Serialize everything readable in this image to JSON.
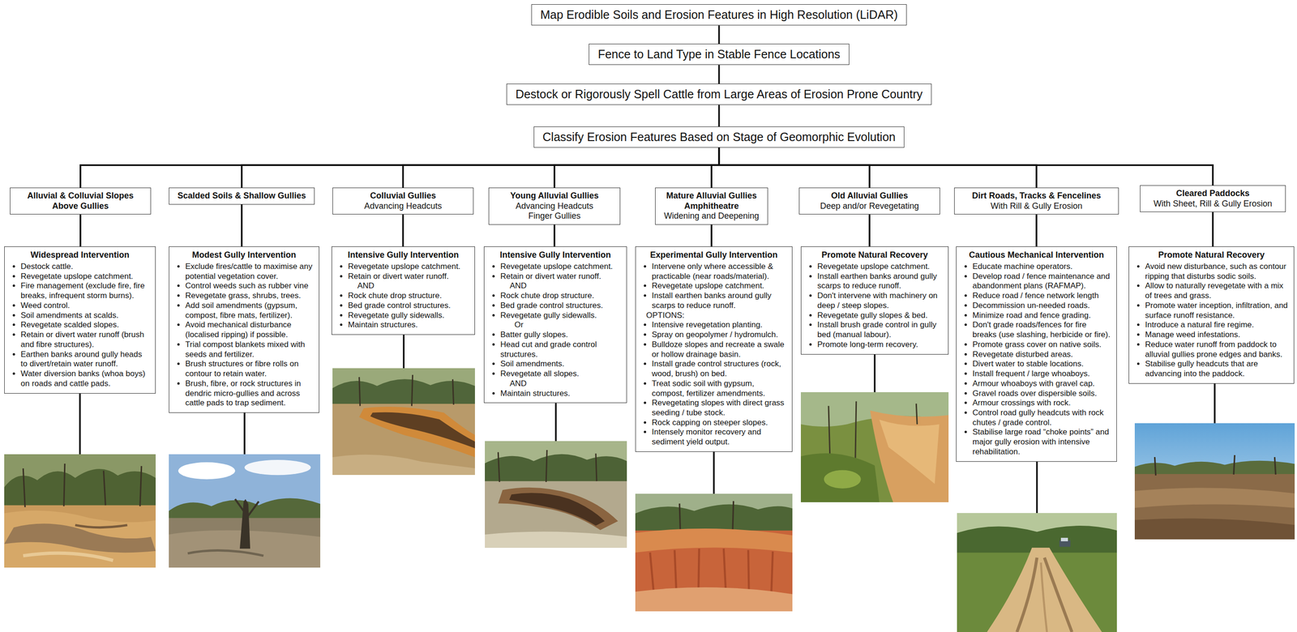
{
  "diagram": {
    "nodes": [
      {
        "text": [
          "Map Erodible Soils and Erosion Features in High Resolution (LiDAR)"
        ]
      },
      {
        "text": [
          "Fence to Land Type in Stable Fence Locations"
        ]
      },
      {
        "text": [
          "Destock or Rigorously Spell Cattle from Large Areas of Erosion Prone Country"
        ]
      },
      {
        "text": [
          "Classify Erosion Features Based on Stage of Geomorphic Evolution"
        ]
      },
      {
        "text": [
          "Alluvial & Colluvial Slopes Above Gullies"
        ]
      },
      {
        "text": [
          "Scalded Soils & Shallow Gullies"
        ]
      },
      {
        "text": [
          "Colluvial Gullies",
          "Advancing Headcuts"
        ]
      },
      {
        "text": [
          "Young Alluvial Gullies",
          "Advancing Headcuts",
          "Finger Gullies"
        ]
      },
      {
        "text": [
          "Mature Alluvial Gullies Amphitheatre",
          "Widening and Deepening"
        ]
      },
      {
        "text": [
          "Old Alluvial Gullies",
          "Deep and/or Revegetating"
        ]
      },
      {
        "text": [
          "Dirt Roads, Tracks & Fencelines",
          "With Rill & Gully Erosion"
        ]
      },
      {
        "text": [
          "Cleared Paddocks",
          "With Sheet, Rill & Gully Erosion"
        ]
      },
      {
        "text": [
          "Widespread Intervention",
          "Destock cattle.",
          "Revegetate upslope catchment.",
          "Fire management (exclude fire, fire breaks, infrequent storm burns).",
          "Weed control.",
          "Soil amendments at scalds.",
          "Revegetate scalded slopes.",
          "Retain or divert water runoff (brush and fibre structures).",
          "Earthen banks around gully heads to divert/retain water runoff.",
          "Water diversion banks (whoa boys) on roads and cattle pads."
        ]
      },
      {
        "text": [
          "Modest Gully Intervention",
          "Exclude fires/cattle to maximise any potential vegetation cover.",
          "Control weeds such as rubber vine",
          "Revegetate grass, shrubs, trees.",
          "Add soil amendments (gypsum, compost, fibre mats, fertilizer).",
          "Avoid mechanical disturbance (localised ripping) if possible.",
          "Trial compost blankets mixed with seeds and fertilizer.",
          "Brush structures or fibre rolls on contour to retain water.",
          "Brush, fibre, or rock structures in dendric micro-gullies and across cattle pads to trap sediment."
        ]
      },
      {
        "text": [
          "Intensive Gully Intervention",
          "Revegetate upslope catchment.",
          "Retain or divert water runoff.",
          "AND",
          "Rock chute drop structure.",
          "Bed grade control structures.",
          "Revegetate gully sidewalls.",
          "Maintain structures."
        ]
      },
      {
        "text": [
          "Intensive Gully Intervention",
          "Revegetate upslope catchment.",
          "Retain or divert water runoff.",
          "AND",
          "Rock chute drop structure.",
          "Bed grade control structures.",
          "Revegetate gully sidewalls.",
          "Or",
          "Batter gully slopes.",
          "Head cut and grade control structures.",
          "Soil amendments.",
          "Revegetate all slopes.",
          "AND",
          "Maintain structures."
        ]
      },
      {
        "text": [
          "Experimental Gully Intervention",
          "Intervene only where accessible & practicable (near roads/material).",
          "Revegetate upslope catchment.",
          "Install earthen banks around gully scarps to reduce runoff.",
          "OPTIONS:",
          "Intensive revegetation planting.",
          "Spray on geopolymer / hydromulch.",
          "Bulldoze slopes and recreate a swale or hollow drainage basin.",
          "Install grade control structures (rock, wood, brush) on bed.",
          "Treat sodic soil with gypsum, compost, fertilizer amendments.",
          "Revegetating slopes with direct grass seeding / tube stock.",
          "Rock capping on steeper slopes.",
          "Intensely monitor recovery and sediment yield output."
        ]
      },
      {
        "text": [
          "Promote Natural Recovery",
          "Revegetate upslope catchment.",
          "Install earthen banks around gully scarps to reduce runoff.",
          "Don't intervene with machinery on deep / steep slopes.",
          "Revegetate gully slopes & bed.",
          "Install brush grade control in gully bed (manual labour).",
          "Promote long-term recovery."
        ]
      },
      {
        "text": [
          "Cautious Mechanical Intervention",
          "Educate machine operators.",
          "Develop road / fence maintenance and abandonment plans (RAFMAP).",
          "Reduce road / fence network length",
          "Decommission un-needed roads.",
          "Minimize road and fence grading.",
          "Don't grade roads/fences for fire breaks (use slashing, herbicide or fire).",
          "Promote grass cover on native soils.",
          "Revegetate disturbed areas.",
          "Divert water to stable locations.",
          "Install frequent / large whoaboys.",
          "Armour whoaboys with gravel cap.",
          "Gravel roads over dispersible soils.",
          "Armour crossings with rock.",
          "Control road gully headcuts with rock chutes / grade control.",
          "Stabilise large road “choke points” and major gully erosion with intensive rehabilitation."
        ]
      },
      {
        "text": [
          "Promote Natural Recovery",
          "Avoid new disturbance, such as contour ripping that disturbs sodic soils.",
          "Allow to naturally revegetate with a mix of trees and grass.",
          "Promote water inception, infiltration, and surface runoff resistance.",
          "Introduce a natural fire regime.",
          "Manage weed infestations.",
          "Reduce water runoff from paddock to alluvial gullies prone edges and banks.",
          "Stabilise gully headcuts that are advancing into the paddock."
        ]
      }
    ],
    "edges": [
      {
        "from": 0,
        "to": 1,
        "arrow": "none"
      },
      {
        "from": 1,
        "to": 2,
        "arrow": "none"
      },
      {
        "from": 2,
        "to": 3,
        "arrow": "none"
      },
      {
        "from": 3,
        "to": 4,
        "arrow": "none"
      },
      {
        "from": 3,
        "to": 5,
        "arrow": "none"
      },
      {
        "from": 3,
        "to": 6,
        "arrow": "none"
      },
      {
        "from": 3,
        "to": 7,
        "arrow": "none"
      },
      {
        "from": 3,
        "to": 8,
        "arrow": "none"
      },
      {
        "from": 3,
        "to": 9,
        "arrow": "none"
      },
      {
        "from": 3,
        "to": 10,
        "arrow": "none"
      },
      {
        "from": 3,
        "to": 11,
        "arrow": "none"
      },
      {
        "from": 4,
        "to": 12,
        "arrow": "none"
      },
      {
        "from": 5,
        "to": 13,
        "arrow": "none"
      },
      {
        "from": 6,
        "to": 14,
        "arrow": "none"
      },
      {
        "from": 7,
        "to": 15,
        "arrow": "none"
      },
      {
        "from": 8,
        "to": 16,
        "arrow": "none"
      },
      {
        "from": 9,
        "to": 17,
        "arrow": "none"
      },
      {
        "from": 10,
        "to": 18,
        "arrow": "none"
      },
      {
        "from": 11,
        "to": 19,
        "arrow": "none"
      }
    ]
  }
}
